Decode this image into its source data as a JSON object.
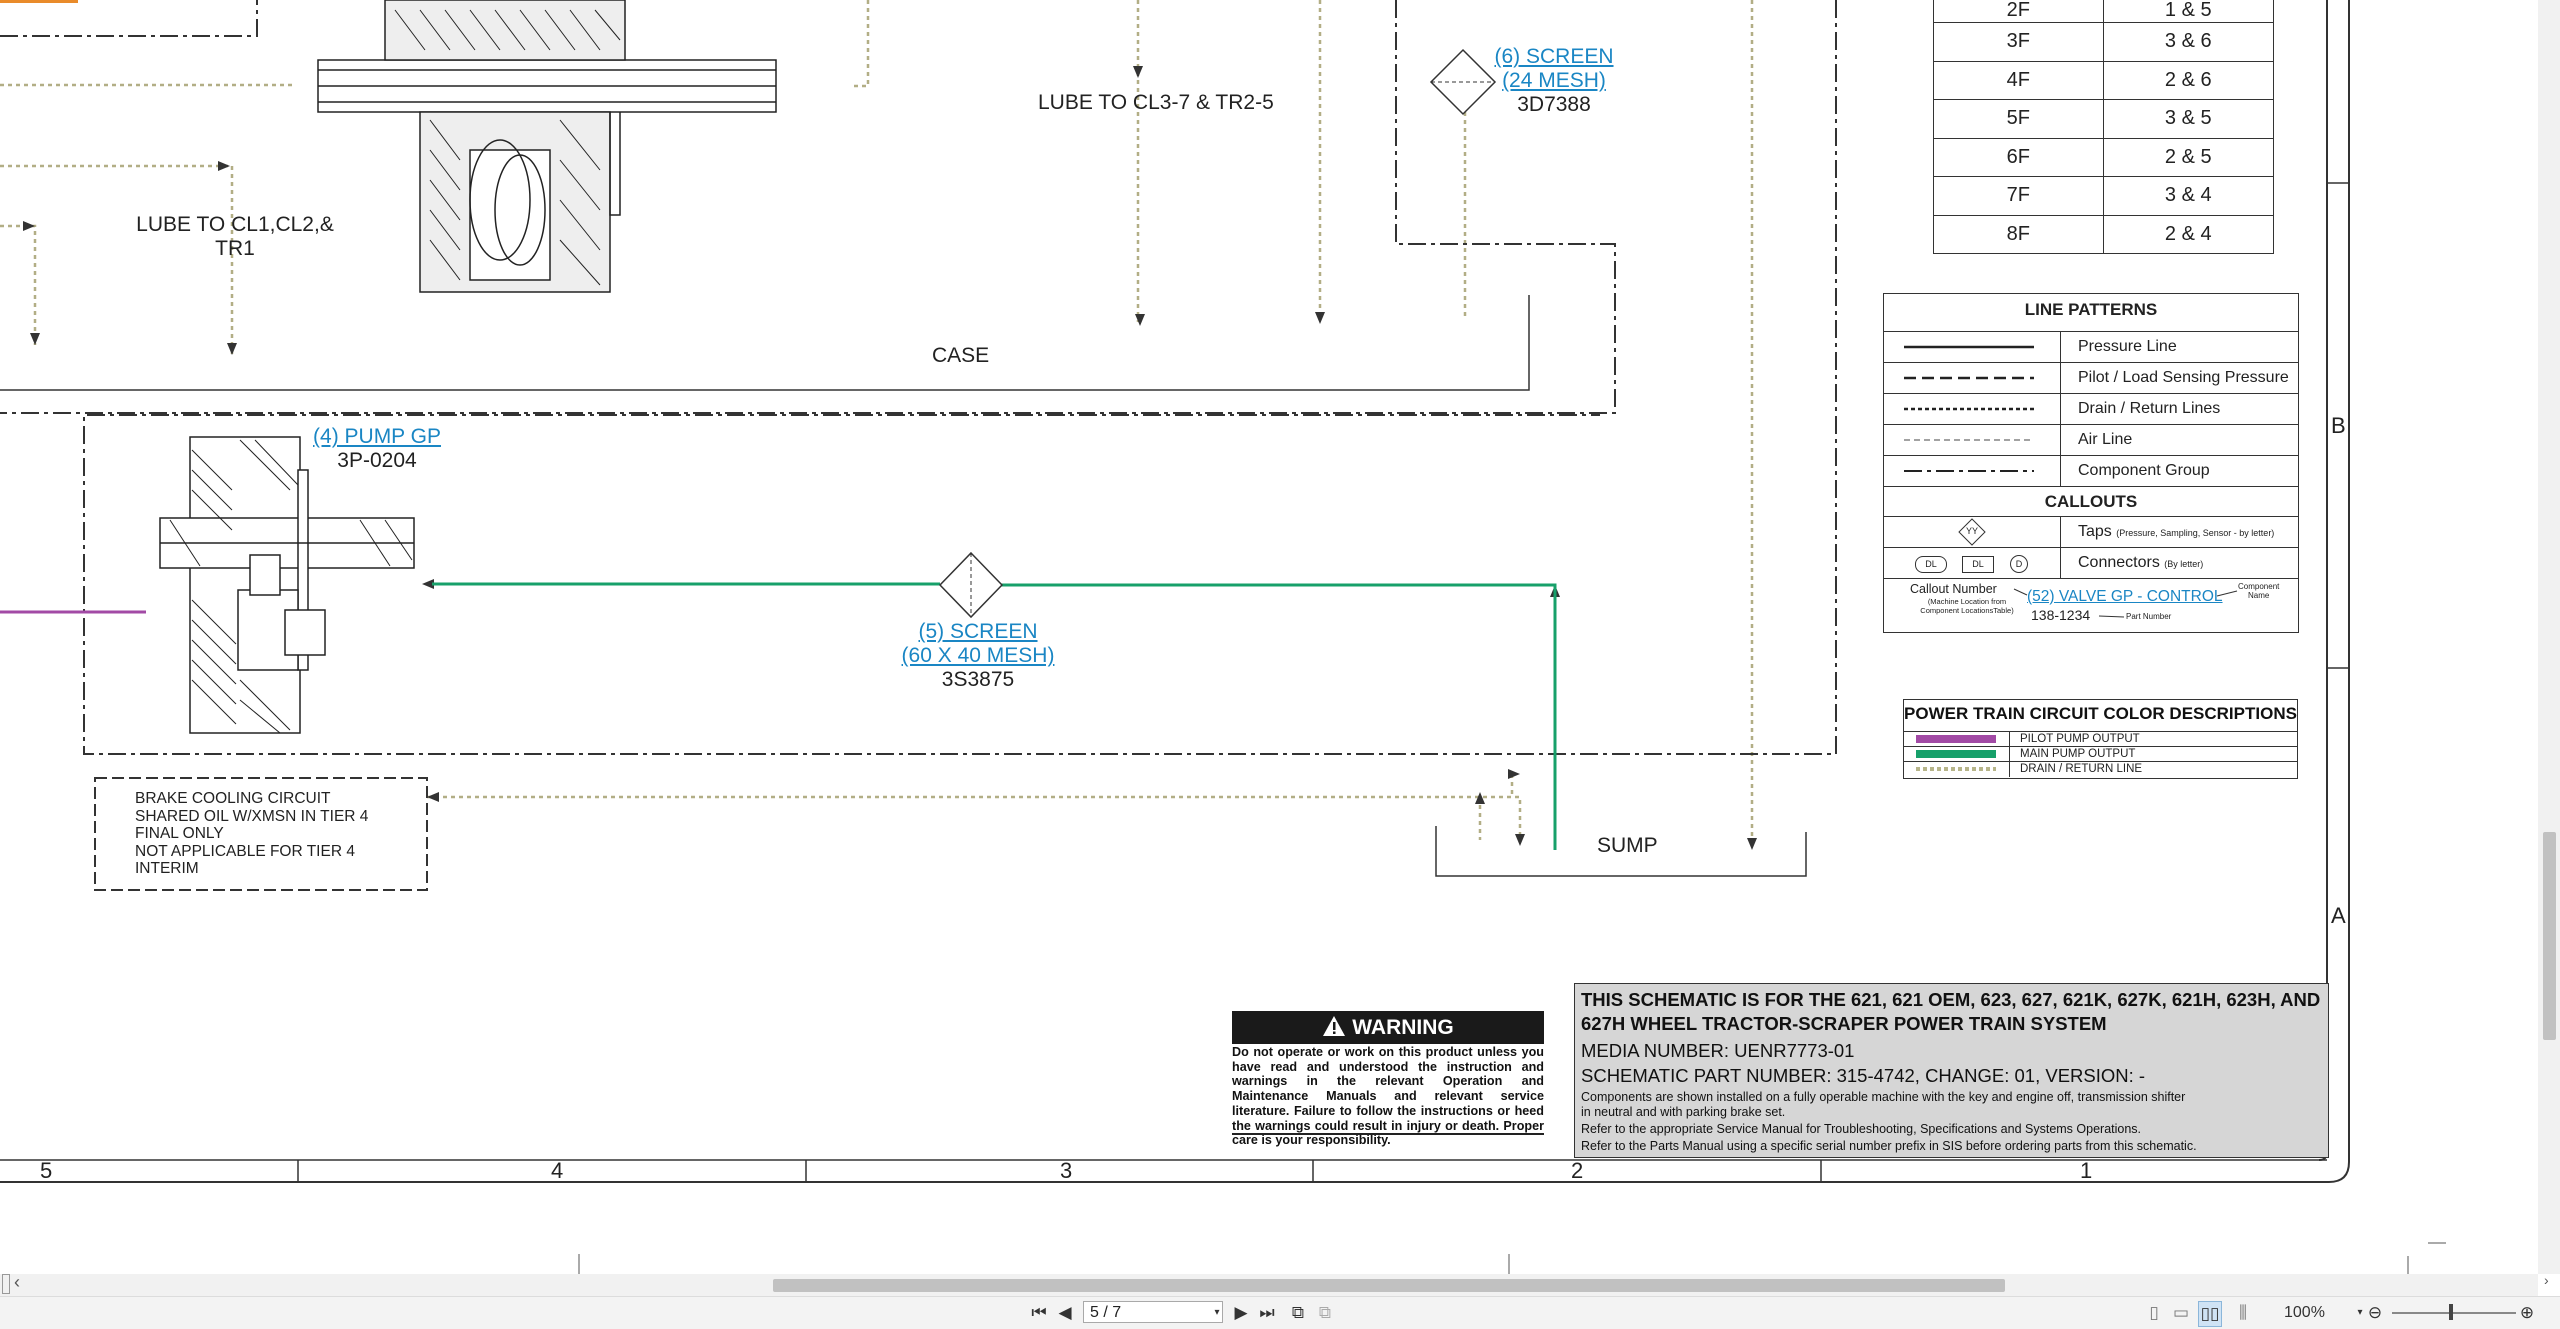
{
  "schematic": {
    "labels": {
      "lube_cl3": "LUBE TO CL3-7 & TR2-5",
      "lube_cl1_line1": "LUBE TO CL1,CL2,&",
      "lube_cl1_line2": "TR1",
      "case": "CASE",
      "sump": "SUMP",
      "screen6_name1": "(6) SCREEN",
      "screen6_name2": "(24 MESH)",
      "screen6_part": "3D7388",
      "pump_name": "(4) PUMP GP",
      "pump_part": "3P-0204",
      "screen5_name1": "(5) SCREEN",
      "screen5_name2": "(60 X 40 MESH)",
      "screen5_part": "3S3875",
      "brake_lines": [
        "BRAKE COOLING CIRCUIT",
        "SHARED OIL W/XMSN IN TIER 4",
        "FINAL ONLY",
        "NOT APPLICABLE FOR TIER 4",
        "INTERIM"
      ]
    },
    "gear_table": [
      [
        "2F",
        "1 & 5"
      ],
      [
        "3F",
        "3 & 6"
      ],
      [
        "4F",
        "2 & 6"
      ],
      [
        "5F",
        "3 & 5"
      ],
      [
        "6F",
        "2 & 5"
      ],
      [
        "7F",
        "3 & 4"
      ],
      [
        "8F",
        "2 & 4"
      ]
    ],
    "line_patterns": {
      "title": "LINE PATTERNS",
      "items": [
        "Pressure Line",
        "Pilot / Load Sensing Pressure",
        "Drain / Return Lines",
        "Air Line",
        "Component Group"
      ],
      "callouts_title": "CALLOUTS",
      "taps_label": "Taps",
      "taps_note": "(Pressure, Sampling, Sensor - by letter)",
      "taps_symbol": "YY",
      "connectors_label": "Connectors",
      "connectors_note": "(By letter)",
      "connector_symbols": [
        "DL",
        "DL",
        "D"
      ],
      "callout_number": "Callout Number",
      "callout_sub1": "(Machine Location from",
      "callout_sub2": "Component LocationsTable)",
      "example_link": "(52) VALVE GP - CONTROL",
      "example_part": "138-1234",
      "component_name1": "Component",
      "component_name2": "Name",
      "part_number_label": "Part Number"
    },
    "color_descriptions": {
      "title": "POWER TRAIN CIRCUIT COLOR DESCRIPTIONS",
      "items": [
        {
          "label": "PILOT PUMP OUTPUT",
          "color": "#a24aa5"
        },
        {
          "label": "MAIN PUMP OUTPUT",
          "color": "#17a06a"
        },
        {
          "label": "DRAIN / RETURN LINE",
          "color": "#b7b58a"
        }
      ]
    },
    "warning": {
      "title": "WARNING",
      "body": "Do not operate or work on this product unless you have read and understood the instruction and warnings in the relevant Operation and Maintenance Manuals and relevant service literature. Failure to follow the instructions or heed the warnings could result in injury or death. Proper care is your responsibility."
    },
    "title_block": {
      "line1": "THIS SCHEMATIC IS FOR THE 621, 621 OEM, 623, 627, 621K, 627K, 621H, 623H, AND",
      "line2": "627H WHEEL TRACTOR-SCRAPER POWER TRAIN SYSTEM",
      "media": "MEDIA NUMBER: UENR7773-01",
      "part": "SCHEMATIC PART NUMBER: 315-4742, CHANGE: 01, VERSION: -",
      "note1": "Components are shown installed on a fully operable machine with the key and engine off, transmission shifter",
      "note2": "in neutral and with parking brake set.",
      "note3": "Refer to the appropriate Service Manual for Troubleshooting, Specifications and Systems Operations.",
      "note4": "Refer to the Parts Manual using a specific serial number prefix in SIS before ordering parts from this schematic."
    },
    "zone_letters": [
      "B",
      "A"
    ],
    "zone_numbers": [
      "5",
      "4",
      "3",
      "2",
      "1"
    ]
  },
  "viewer": {
    "page_display": "5 / 7",
    "zoom": "100%",
    "icons": [
      "first-page-icon",
      "prev-page-icon",
      "next-page-icon",
      "last-page-icon",
      "page-layout-icon"
    ]
  }
}
